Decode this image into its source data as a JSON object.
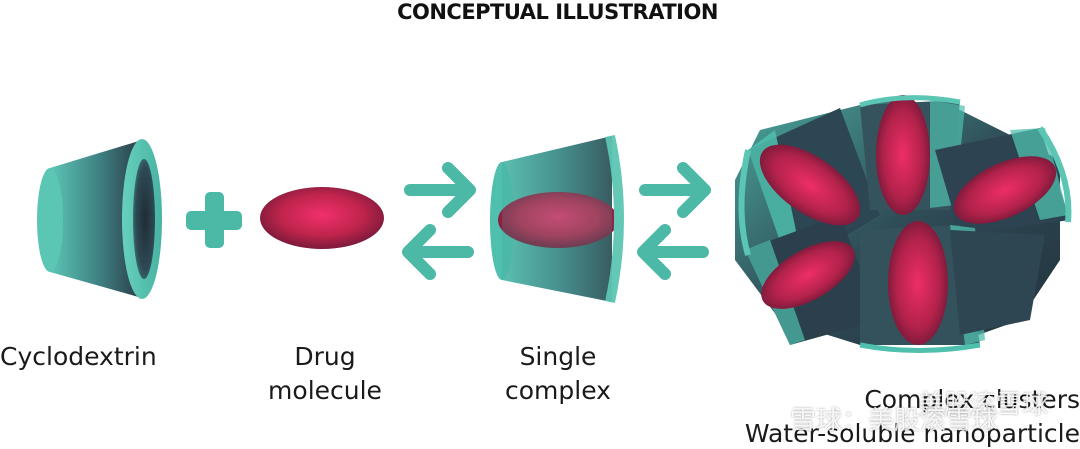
{
  "title": "CONCEPTUAL ILLUSTRATION",
  "labels": {
    "cyclodextrin": "Cyclodextrin",
    "drug_line1": "Drug",
    "drug_line2": "molecule",
    "single_line1": "Single",
    "single_line2": "complex",
    "complex_line1": "Complex clusters",
    "complex_line2": "Water-soluble nanoparticle"
  },
  "watermark": {
    "line1": "美股滚雪球",
    "line2": "雪球：美股滚雪球"
  },
  "colors": {
    "teal": "#4fbfae",
    "dark_slate": "#2c3d48",
    "drug_red": "#d3264f",
    "drug_dark": "#7a1a3a",
    "arrow": "#4cb8a6"
  }
}
